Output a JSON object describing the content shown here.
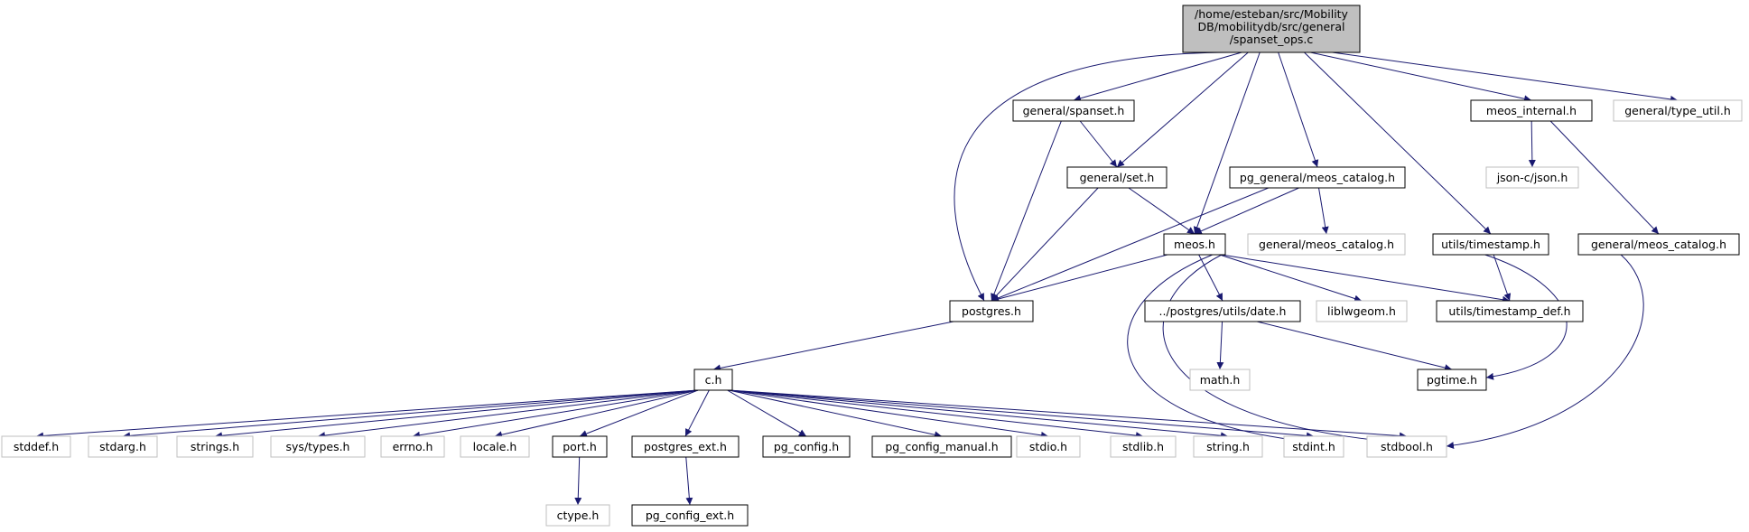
{
  "graph": {
    "root": {
      "label_lines": [
        "/home/esteban/src/Mobility",
        "DB/mobilitydb/src/general",
        "/spanset_ops.c"
      ]
    },
    "nodes": [
      {
        "id": "general_spanset_h",
        "label": "general/spanset.h",
        "documented": true
      },
      {
        "id": "meos_internal_h",
        "label": "meos_internal.h",
        "documented": true
      },
      {
        "id": "general_type_util_h",
        "label": "general/type_util.h",
        "documented": false
      },
      {
        "id": "general_set_h",
        "label": "general/set.h",
        "documented": true
      },
      {
        "id": "pg_general_meos_catalog_h",
        "label": "pg_general/meos_catalog.h",
        "documented": true
      },
      {
        "id": "json_c_json_h",
        "label": "json-c/json.h",
        "documented": false
      },
      {
        "id": "meos_h",
        "label": "meos.h",
        "documented": true
      },
      {
        "id": "general_meos_catalog_h_1",
        "label": "general/meos_catalog.h",
        "documented": false
      },
      {
        "id": "utils_timestamp_h",
        "label": "utils/timestamp.h",
        "documented": true
      },
      {
        "id": "general_meos_catalog_h_2",
        "label": "general/meos_catalog.h",
        "documented": true
      },
      {
        "id": "postgres_h",
        "label": "postgres.h",
        "documented": true
      },
      {
        "id": "postgres_utils_date_h",
        "label": "../postgres/utils/date.h",
        "documented": true
      },
      {
        "id": "liblwgeom_h",
        "label": "liblwgeom.h",
        "documented": false
      },
      {
        "id": "utils_timestamp_def_h",
        "label": "utils/timestamp_def.h",
        "documented": true
      },
      {
        "id": "c_h",
        "label": "c.h",
        "documented": true
      },
      {
        "id": "math_h",
        "label": "math.h",
        "documented": false
      },
      {
        "id": "pgtime_h",
        "label": "pgtime.h",
        "documented": true
      },
      {
        "id": "stddef_h",
        "label": "stddef.h",
        "documented": false
      },
      {
        "id": "stdarg_h",
        "label": "stdarg.h",
        "documented": false
      },
      {
        "id": "strings_h",
        "label": "strings.h",
        "documented": false
      },
      {
        "id": "sys_types_h",
        "label": "sys/types.h",
        "documented": false
      },
      {
        "id": "errno_h",
        "label": "errno.h",
        "documented": false
      },
      {
        "id": "locale_h",
        "label": "locale.h",
        "documented": false
      },
      {
        "id": "port_h",
        "label": "port.h",
        "documented": true
      },
      {
        "id": "postgres_ext_h",
        "label": "postgres_ext.h",
        "documented": true
      },
      {
        "id": "pg_config_h",
        "label": "pg_config.h",
        "documented": true
      },
      {
        "id": "pg_config_manual_h",
        "label": "pg_config_manual.h",
        "documented": true
      },
      {
        "id": "stdio_h",
        "label": "stdio.h",
        "documented": false
      },
      {
        "id": "stdlib_h",
        "label": "stdlib.h",
        "documented": false
      },
      {
        "id": "string_h",
        "label": "string.h",
        "documented": false
      },
      {
        "id": "stdint_h",
        "label": "stdint.h",
        "documented": false
      },
      {
        "id": "stdbool_h",
        "label": "stdbool.h",
        "documented": false
      },
      {
        "id": "ctype_h",
        "label": "ctype.h",
        "documented": false
      },
      {
        "id": "pg_config_ext_h",
        "label": "pg_config_ext.h",
        "documented": true
      }
    ],
    "edges": [
      [
        "root",
        "postgres_h"
      ],
      [
        "root",
        "general_spanset_h"
      ],
      [
        "root",
        "general_set_h"
      ],
      [
        "root",
        "meos_h"
      ],
      [
        "root",
        "pg_general_meos_catalog_h"
      ],
      [
        "root",
        "utils_timestamp_h"
      ],
      [
        "root",
        "meos_internal_h"
      ],
      [
        "root",
        "general_type_util_h"
      ],
      [
        "general_spanset_h",
        "postgres_h"
      ],
      [
        "general_spanset_h",
        "general_set_h"
      ],
      [
        "general_set_h",
        "postgres_h"
      ],
      [
        "general_set_h",
        "meos_h"
      ],
      [
        "pg_general_meos_catalog_h",
        "postgres_h"
      ],
      [
        "pg_general_meos_catalog_h",
        "meos_h"
      ],
      [
        "pg_general_meos_catalog_h",
        "general_meos_catalog_h_1"
      ],
      [
        "meos_internal_h",
        "json_c_json_h"
      ],
      [
        "meos_internal_h",
        "general_meos_catalog_h_2"
      ],
      [
        "utils_timestamp_h",
        "utils_timestamp_def_h"
      ],
      [
        "utils_timestamp_h",
        "pgtime_h"
      ],
      [
        "general_meos_catalog_h_2",
        "stdbool_h"
      ],
      [
        "meos_h",
        "postgres_h"
      ],
      [
        "meos_h",
        "postgres_utils_date_h"
      ],
      [
        "meos_h",
        "liblwgeom_h"
      ],
      [
        "meos_h",
        "utils_timestamp_def_h"
      ],
      [
        "meos_h",
        "stdint_h"
      ],
      [
        "meos_h",
        "stdbool_h"
      ],
      [
        "postgres_h",
        "c_h"
      ],
      [
        "postgres_utils_date_h",
        "math_h"
      ],
      [
        "postgres_utils_date_h",
        "pgtime_h"
      ],
      [
        "c_h",
        "stddef_h"
      ],
      [
        "c_h",
        "stdarg_h"
      ],
      [
        "c_h",
        "strings_h"
      ],
      [
        "c_h",
        "sys_types_h"
      ],
      [
        "c_h",
        "errno_h"
      ],
      [
        "c_h",
        "locale_h"
      ],
      [
        "c_h",
        "port_h"
      ],
      [
        "c_h",
        "postgres_ext_h"
      ],
      [
        "c_h",
        "pg_config_h"
      ],
      [
        "c_h",
        "pg_config_manual_h"
      ],
      [
        "c_h",
        "stdio_h"
      ],
      [
        "c_h",
        "stdlib_h"
      ],
      [
        "c_h",
        "string_h"
      ],
      [
        "c_h",
        "stdint_h"
      ],
      [
        "c_h",
        "stdbool_h"
      ],
      [
        "port_h",
        "ctype_h"
      ],
      [
        "postgres_ext_h",
        "pg_config_ext_h"
      ]
    ]
  },
  "colors": {
    "edge": "#191970",
    "root_fill": "#bfbfbf",
    "documented_border": "#000000",
    "external_border": "#bfbfbf",
    "node_fill": "#ffffff"
  }
}
